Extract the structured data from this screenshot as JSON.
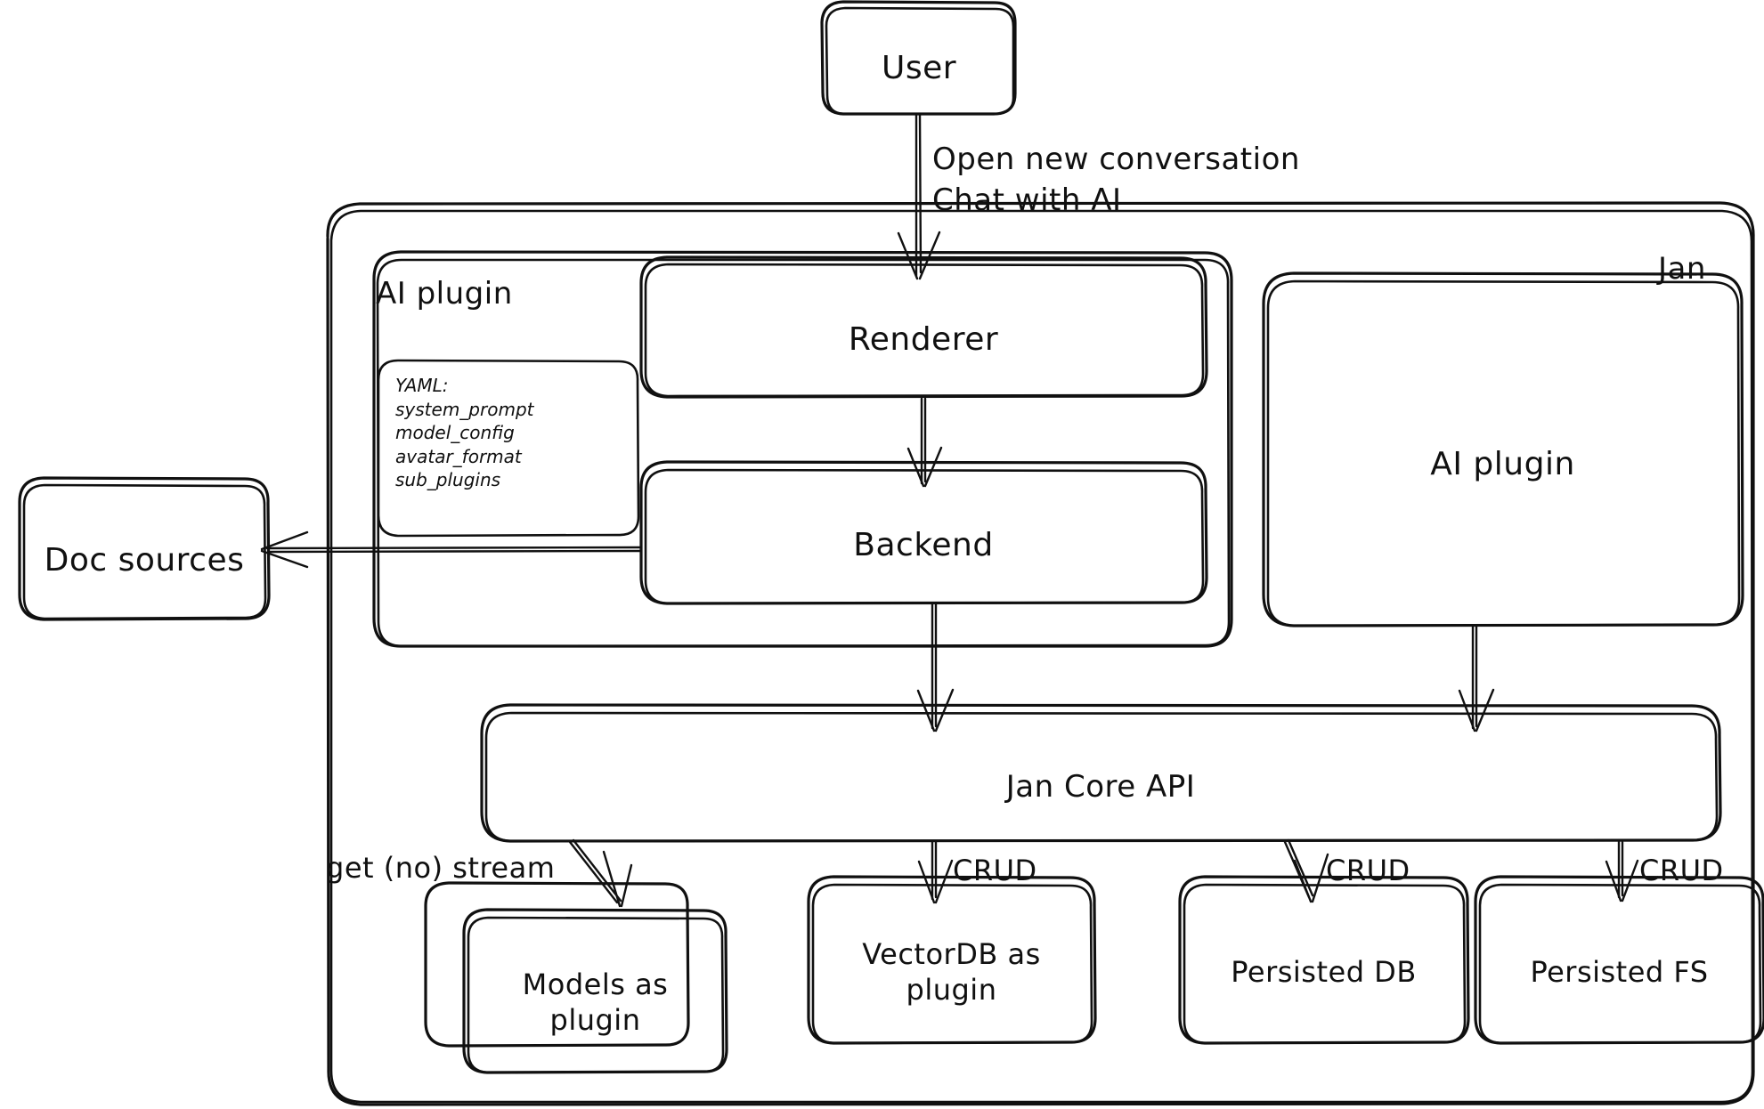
{
  "diagram": {
    "title": "Jan architecture diagram",
    "style": "hand-drawn excalidraw",
    "stroke_color": "#101010",
    "background_color": "#ffffff"
  },
  "containers": {
    "jan": {
      "label": "Jan",
      "name": "jan-container"
    },
    "ai_plugin_group": {
      "label": "AI plugin",
      "name": "ai-plugin-group"
    }
  },
  "nodes": {
    "user": {
      "label": "User"
    },
    "renderer": {
      "label": "Renderer"
    },
    "backend": {
      "label": "Backend"
    },
    "ai_plugin": {
      "label": "AI plugin"
    },
    "doc_sources": {
      "label": "Doc sources"
    },
    "jan_core_api": {
      "label": "Jan Core API"
    },
    "models": {
      "label": "Models as\nplugin"
    },
    "vectordb": {
      "label": "VectorDB as\nplugin"
    },
    "persisted_db": {
      "label": "Persisted DB"
    },
    "persisted_fs": {
      "label": "Persisted FS"
    }
  },
  "yaml_card": {
    "heading": "YAML:",
    "keys": [
      "system_prompt",
      "model_config",
      "avatar_format",
      "sub_plugins"
    ],
    "text": "YAML:\nsystem_prompt\nmodel_config\navatar_format\nsub_plugins"
  },
  "edge_labels": {
    "user_to_renderer": "Open new conversation\nChat with AI",
    "core_to_models": "get (no) stream",
    "core_to_vectordb": "CRUD",
    "core_to_persisted_db": "CRUD",
    "core_to_persisted_fs": "CRUD"
  },
  "edges": [
    {
      "from": "user",
      "to": "renderer",
      "label": "Open new conversation Chat with AI"
    },
    {
      "from": "renderer",
      "to": "backend",
      "label": ""
    },
    {
      "from": "backend",
      "to": "doc_sources",
      "label": ""
    },
    {
      "from": "backend",
      "to": "jan_core_api",
      "label": ""
    },
    {
      "from": "ai_plugin",
      "to": "jan_core_api",
      "label": ""
    },
    {
      "from": "jan_core_api",
      "to": "models",
      "label": "get (no) stream"
    },
    {
      "from": "jan_core_api",
      "to": "vectordb",
      "label": "CRUD"
    },
    {
      "from": "jan_core_api",
      "to": "persisted_db",
      "label": "CRUD"
    },
    {
      "from": "jan_core_api",
      "to": "persisted_fs",
      "label": "CRUD"
    }
  ]
}
